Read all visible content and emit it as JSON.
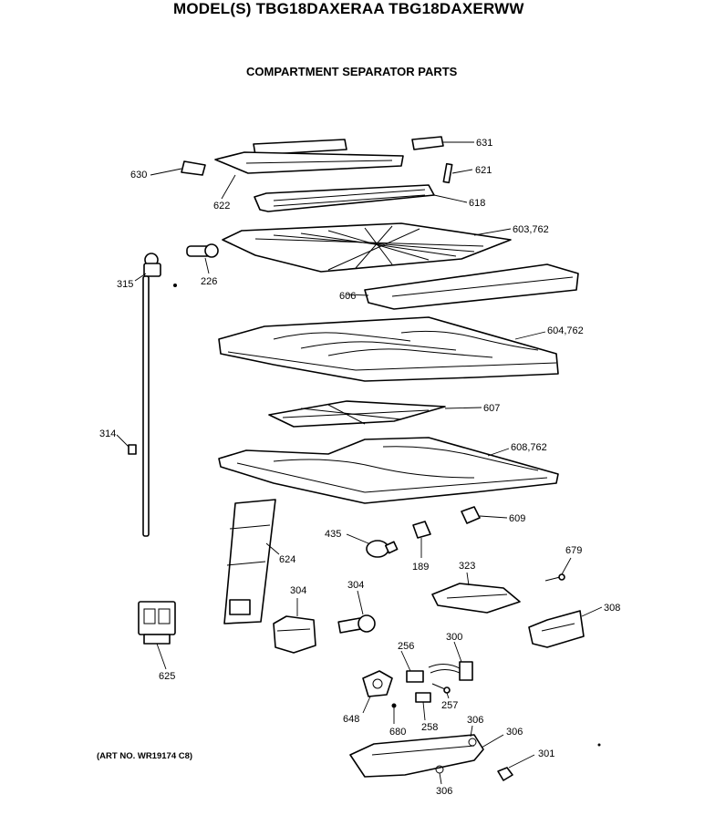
{
  "title": "MODEL(S) TBG18DAXERAA  TBG18DAXERWW",
  "subtitle": "COMPARTMENT SEPARATOR PARTS",
  "art_number": "(ART NO. WR19174 C8)",
  "callouts": {
    "c631": "631",
    "c630": "630",
    "c621": "621",
    "c622": "622",
    "c618": "618",
    "c603": "603,762",
    "c315": "315",
    "c226": "226",
    "c606": "606",
    "c604": "604,762",
    "c607": "607",
    "c314": "314",
    "c608": "608,762",
    "c609": "609",
    "c435": "435",
    "c189": "189",
    "c624": "624",
    "c679": "679",
    "c323": "323",
    "c304a": "304",
    "c304b": "304",
    "c308": "308",
    "c625": "625",
    "c256": "256",
    "c300": "300",
    "c257": "257",
    "c648": "648",
    "c680": "680",
    "c258": "258",
    "c306a": "306",
    "c306b": "306",
    "c306c": "306",
    "c301": "301"
  }
}
